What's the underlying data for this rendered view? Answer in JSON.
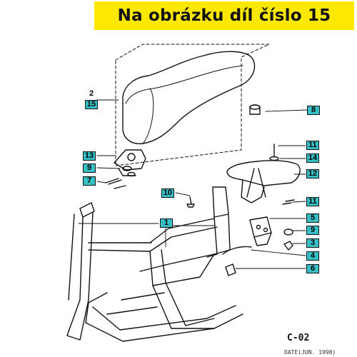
{
  "banner": {
    "text": "Na obrázku díl číslo 15",
    "background": "#ffe800"
  },
  "callouts": {
    "c2": "2",
    "c15": "15",
    "c8": "8",
    "c11a": "11",
    "c14": "14",
    "c12": "12",
    "c13": "13",
    "c9a": "9",
    "c7": "7",
    "c10": "10",
    "c11b": "11",
    "c1": "1",
    "c5": "5",
    "c9b": "9",
    "c3": "3",
    "c4": "4",
    "c6": "6"
  },
  "callout_color": "#36c0c6",
  "drawing_code": "C-02",
  "date_text": "DATE(JUN. 1998)"
}
